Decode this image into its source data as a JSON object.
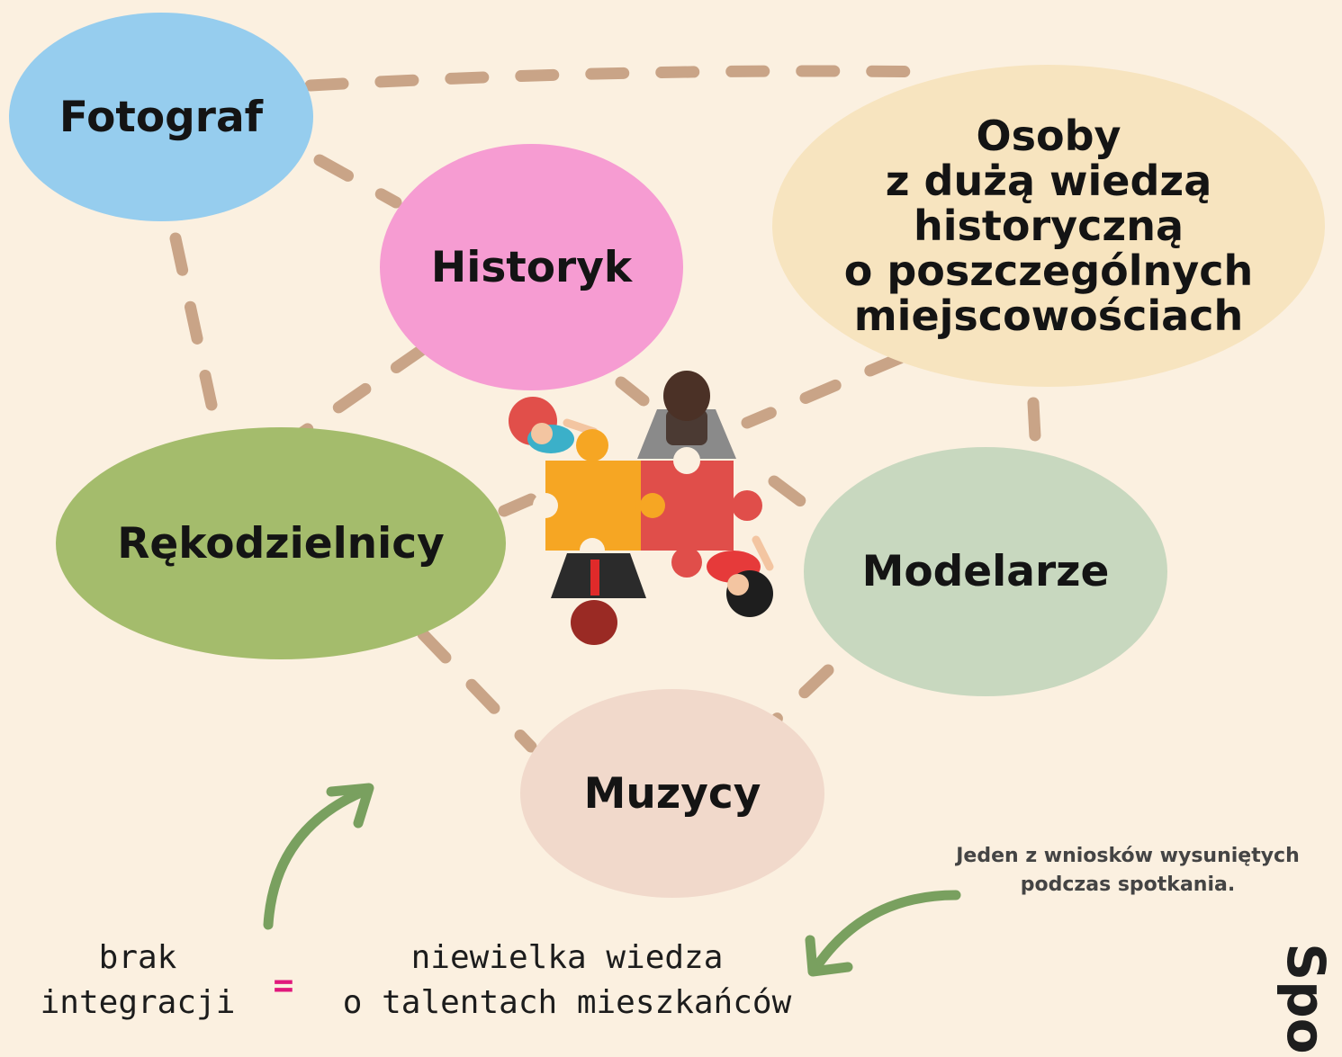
{
  "nodes": {
    "fotograf": "Fotograf",
    "historyk": "Historyk",
    "osoby": "Osoby\nz dużą wiedzą\nhistoryczną\no poszczególnych\nmiejscowościach",
    "rekodzielnicy": "Rękodzielnicy",
    "modelarze": "Modelarze",
    "muzycy": "Muzycy"
  },
  "bottom": {
    "left_line1": "brak",
    "left_line2": "integracji",
    "equals": "=",
    "right_line1": "niewielka wiedza",
    "right_line2": "o talentach mieszkańców"
  },
  "note": {
    "line1": "Jeden z wniosków wysuniętych",
    "line2": "podczas spotkania."
  },
  "corner_text": "Spo",
  "colors": {
    "background": "#fbf0e0",
    "connector": "#c9a487",
    "arrow": "#79a05f",
    "fotograf": "#96cdee",
    "historyk": "#f69cd2",
    "osoby": "#f7e4bf",
    "rekodzielnicy": "#a4bc6c",
    "modelarze": "#c8d8bf",
    "muzycy": "#f1d9cb",
    "puzzle_orange": "#f6a623",
    "puzzle_red": "#e04e4a",
    "equals": "#e0187c"
  },
  "icons": [
    "team-puzzle-illustration",
    "curved-arrow-up",
    "curved-arrow-left"
  ]
}
